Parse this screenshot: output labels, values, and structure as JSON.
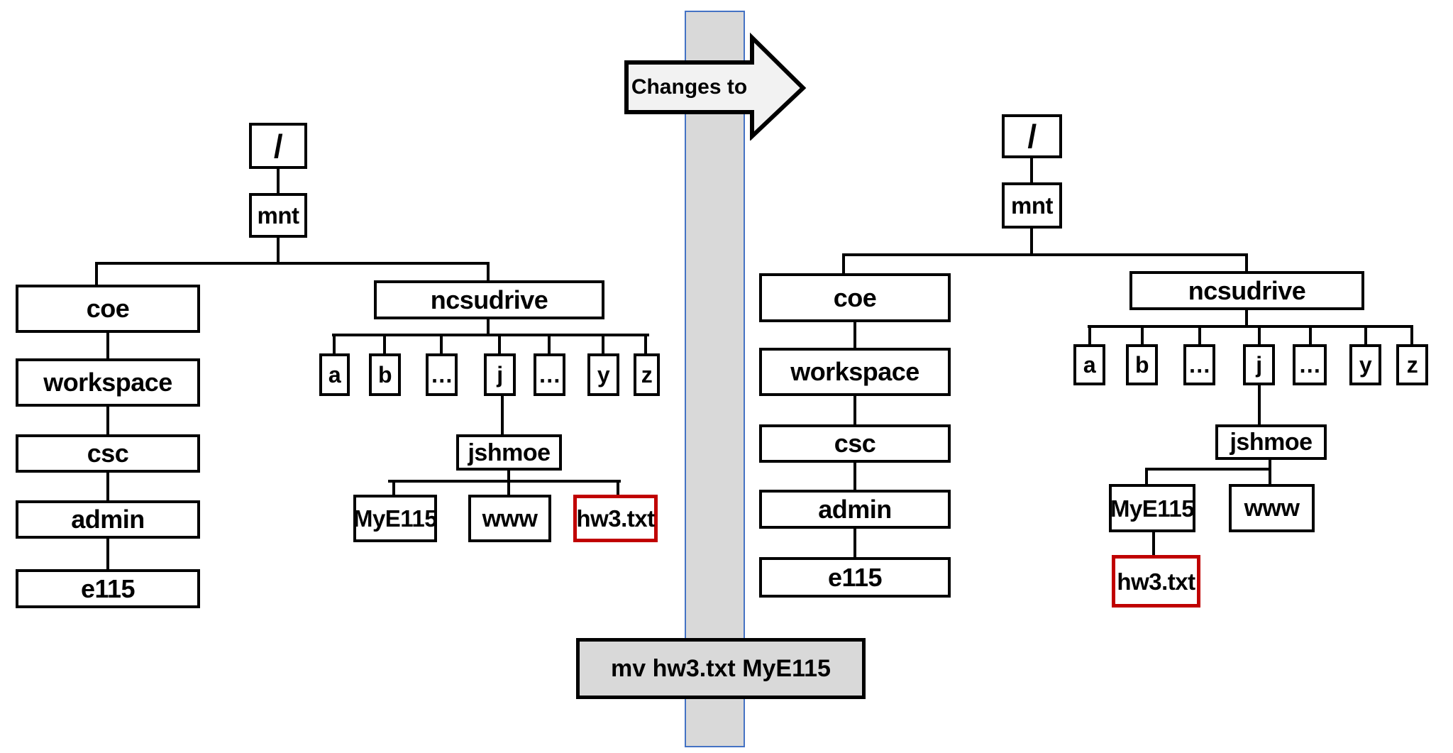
{
  "arrow": {
    "label": "Changes to"
  },
  "command_box": {
    "label": "mv hw3.txt MyE115"
  },
  "colors": {
    "highlight_red": "#c00000",
    "bar_fill": "#d9d9d9",
    "bar_border": "#4472c4",
    "arrow_fill": "#f2f2f2",
    "command_fill": "#d9d9d9"
  },
  "left_tree": {
    "root": "/",
    "mnt": "mnt",
    "coe_branch": [
      "coe",
      "workspace",
      "csc",
      "admin",
      "e115"
    ],
    "ncsudrive": "ncsudrive",
    "drive_children": [
      "a",
      "b",
      "…",
      "j",
      "…",
      "y",
      "z"
    ],
    "jshmoe": "jshmoe",
    "jshmoe_children": [
      "MyE115",
      "www",
      "hw3.txt"
    ]
  },
  "right_tree": {
    "root": "/",
    "mnt": "mnt",
    "coe_branch": [
      "coe",
      "workspace",
      "csc",
      "admin",
      "e115"
    ],
    "ncsudrive": "ncsudrive",
    "drive_children": [
      "a",
      "b",
      "…",
      "j",
      "…",
      "y",
      "z"
    ],
    "jshmoe": "jshmoe",
    "jshmoe_children": [
      "MyE115",
      "www"
    ],
    "mye115_child": "hw3.txt"
  }
}
